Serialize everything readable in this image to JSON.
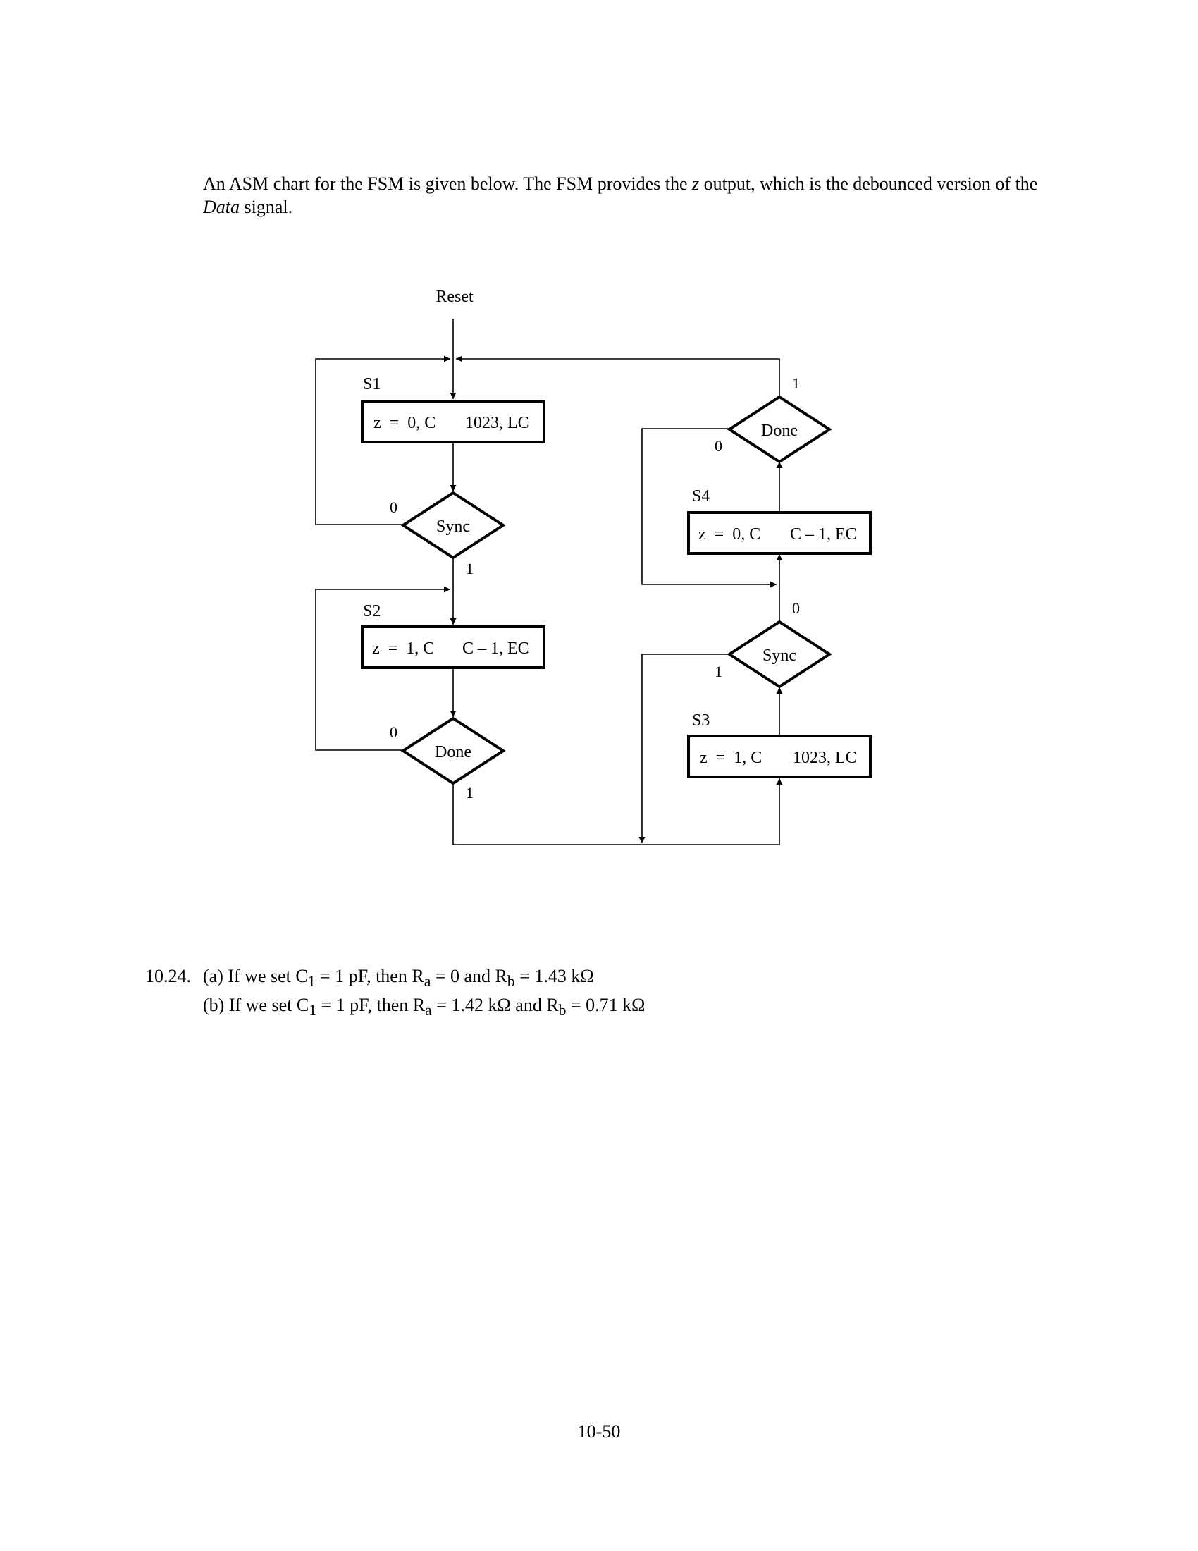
{
  "intro": {
    "part1": "An ASM chart for the FSM is given below. The FSM provides the ",
    "z": "z",
    "part2": " output, which is the debounced version of the ",
    "data": "Data",
    "part3": " signal."
  },
  "diagram": {
    "reset_label": "Reset",
    "states": [
      {
        "id": "S1",
        "label": "S1",
        "left": "z  =  0, C",
        "right": "1023, LC"
      },
      {
        "id": "S2",
        "label": "S2",
        "left": "z  =  1, C",
        "right": "C – 1, EC"
      },
      {
        "id": "S3",
        "label": "S3",
        "left": "z  =  1, C",
        "right": "1023, LC"
      },
      {
        "id": "S4",
        "label": "S4",
        "left": "z  =  0, C",
        "right": "C – 1, EC"
      }
    ],
    "decisions": [
      {
        "id": "sync1",
        "label": "Sync",
        "zero": "0",
        "one": "1"
      },
      {
        "id": "done2",
        "label": "Done",
        "zero": "0",
        "one": "1"
      },
      {
        "id": "sync3",
        "label": "Sync",
        "zero": "0",
        "one": "1"
      },
      {
        "id": "done4",
        "label": "Done",
        "zero": "0",
        "one": "1"
      }
    ]
  },
  "answer": {
    "number": "10.24.",
    "a_label": "(a)",
    "a_text": " If we set C",
    "a_sub": "1",
    "a_rest": " = 1 pF, then R",
    "a_sub_a": "a",
    "a_rest2": " = 0 and R",
    "a_sub_b": "b",
    "a_rest3": " = 1.43 kΩ",
    "b_label": "(b)",
    "b_text": " If we set C",
    "b_sub": "1",
    "b_rest": " = 1 pF, then R",
    "b_sub_a": "a",
    "b_rest2": " = 1.42 kΩ and R",
    "b_sub_b": "b",
    "b_rest3": " = 0.71 kΩ"
  },
  "page_number": "10-50"
}
